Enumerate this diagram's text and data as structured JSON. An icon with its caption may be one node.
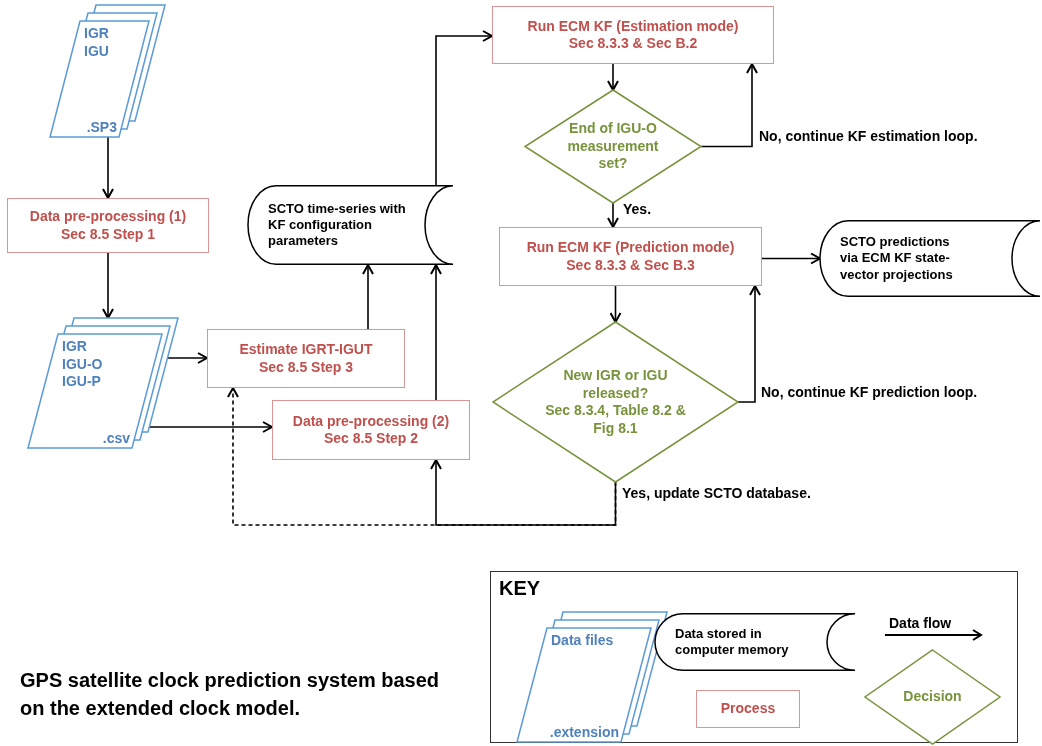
{
  "diagram": {
    "caption": "GPS satellite clock prediction system based on the extended clock model.",
    "nodes": [
      {
        "text": [
          "IGR IGU",
          ".SP3"
        ]
      },
      {
        "text": [
          "Data pre-processing (1)",
          "Sec 8.5 Step 1"
        ]
      },
      {
        "text": [
          "IGR IGU-O IGU-P",
          ".csv"
        ]
      },
      {
        "text": [
          "Estimate IGRT-IGUT",
          "Sec 8.5 Step 3"
        ]
      },
      {
        "text": [
          "Data pre-processing (2)",
          "Sec 8.5 Step 2"
        ]
      },
      {
        "text": [
          "SCTO time-series with KF configuration parameters"
        ]
      },
      {
        "text": [
          "Run ECM KF (Estimation mode)",
          "Sec 8.3.3 & Sec B.2"
        ]
      },
      {
        "text": [
          "End of IGU-O measurement set?"
        ]
      },
      {
        "text": [
          "Run ECM KF (Prediction mode)",
          "Sec 8.3.3 & Sec B.3"
        ]
      },
      {
        "text": [
          "SCTO predictions via ECM KF state-vector projections"
        ]
      },
      {
        "text": [
          "New IGR or IGU released?",
          "Sec 8.3.4, Table 8.2 & Fig 8.1"
        ]
      },
      {
        "text": [
          "KEY"
        ]
      },
      {
        "text": [
          "Data files",
          ".extension"
        ],
        "in": 11
      },
      {
        "text": [
          "Data stored in computer memory"
        ],
        "in": 11
      },
      {
        "text": [
          "Process"
        ],
        "in": 11
      },
      {
        "text": [
          "Decision"
        ],
        "in": 11
      }
    ],
    "edges": [
      {
        "from": 0,
        "to": 1,
        "arrow": "to"
      },
      {
        "from": 1,
        "to": 2,
        "arrow": "to"
      },
      {
        "from": 2,
        "to": 3,
        "arrow": "to"
      },
      {
        "from": 2,
        "to": 4,
        "arrow": "to"
      },
      {
        "from": 3,
        "to": 5,
        "arrow": "to"
      },
      {
        "from": 4,
        "to": 5,
        "arrow": "to"
      },
      {
        "from": 5,
        "to": 6,
        "arrow": "to"
      },
      {
        "from": 6,
        "to": 7,
        "arrow": "to"
      },
      {
        "from": 7,
        "to": 6,
        "arrow": "to",
        "label": "No, continue KF estimation loop."
      },
      {
        "from": 7,
        "to": 8,
        "arrow": "to",
        "label": "Yes."
      },
      {
        "from": 8,
        "to": 9,
        "arrow": "to"
      },
      {
        "from": 8,
        "to": 10,
        "arrow": "to"
      },
      {
        "from": 10,
        "to": 8,
        "arrow": "to",
        "label": "No, continue KF prediction loop."
      },
      {
        "from": 10,
        "to": 4,
        "arrow": "to",
        "label": "Yes, update SCTO database."
      },
      {
        "from": 10,
        "to": 3,
        "arrow": "to",
        "style": "dashed"
      }
    ],
    "labels": [
      "Data flow"
    ]
  }
}
